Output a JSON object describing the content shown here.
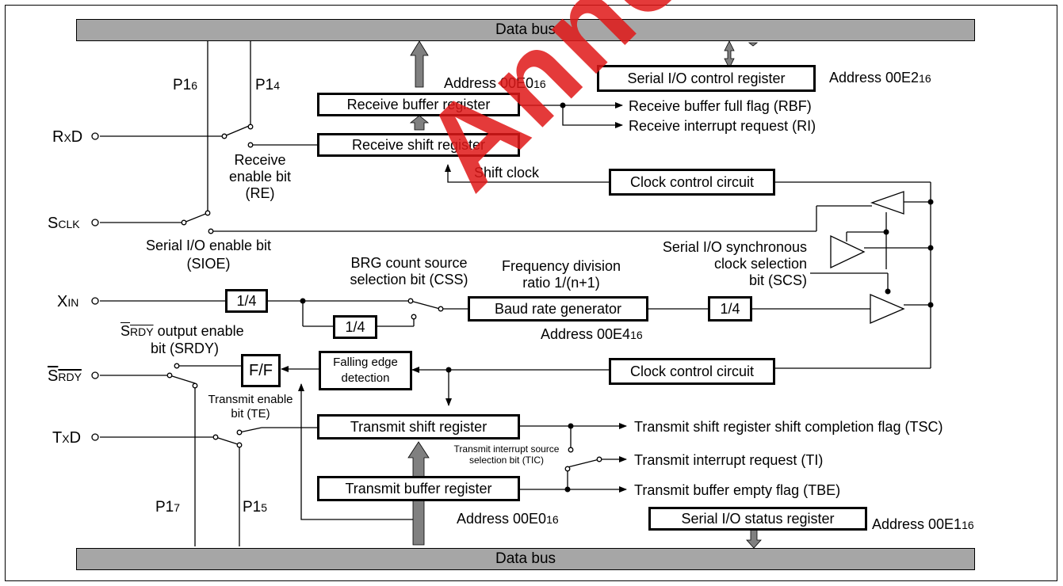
{
  "data_bus_top": "Data bus",
  "data_bus_bottom": "Data bus",
  "serial_io_control_register": "Serial I/O control register",
  "addr_control": "Address 00E2",
  "addr_control_sub": "16",
  "addr_receive": "Address 00E0",
  "addr_receive_sub": "16",
  "receive_buffer_register": "Receive buffer register",
  "receive_shift_register": "Receive shift register",
  "rbf_flag": "Receive buffer full flag (RBF)",
  "ri_flag": "Receive interrupt request (RI)",
  "shift_clock": "Shift  clock",
  "clock_control_circuit_top": "Clock control circuit",
  "clock_control_circuit_bottom": "Clock control circuit",
  "p16": "P1",
  "p16_sub": "6",
  "p14": "P1",
  "p14_sub": "4",
  "p17": "P1",
  "p17_sub": "7",
  "p15": "P1",
  "p15_sub": "5",
  "rxd": [
    "R",
    "X",
    "D"
  ],
  "sclk": [
    "S",
    "CLK"
  ],
  "xin": [
    "X",
    "IN"
  ],
  "srdy_pin": [
    "S",
    "RDY"
  ],
  "txd": [
    "T",
    "X",
    "D"
  ],
  "receive_enable_bit": [
    "Receive",
    "enable bit",
    "(RE)"
  ],
  "sioe": [
    "Serial I/O enable bit",
    "(SIOE)"
  ],
  "brg_css": [
    "BRG count source",
    "selection bit (CSS)"
  ],
  "freq_div": [
    "Frequency division",
    "ratio 1/(n+1)"
  ],
  "scs": [
    "Serial I/O synchronous",
    "clock selection",
    "bit (SCS)"
  ],
  "div_14_a": "1/4",
  "div_14_b": "1/4",
  "div_14_c": "1/4",
  "baud_rate_generator": "Baud rate generator",
  "addr_brg": "Address 00E4",
  "addr_brg_sub": "16",
  "srdy_enable": [
    "S",
    "RDY",
    " output enable",
    "bit (SRDY)"
  ],
  "ff": "F/F",
  "falling_edge": [
    "Falling edge",
    "detection"
  ],
  "transmit_enable": [
    "Transmit enable",
    "bit (TE)"
  ],
  "transmit_shift_register": "Transmit shift register",
  "tsc_flag": "Transmit shift register shift completion flag (TSC)",
  "tic": [
    "Transmit interrupt source",
    "selection bit (TIC)"
  ],
  "ti_flag": "Transmit interrupt request (TI)",
  "transmit_buffer_register": "Transmit buffer register",
  "tbe_flag": "Transmit buffer empty flag (TBE)",
  "addr_transmit": "Address 00E0",
  "addr_transmit_sub": "16",
  "serial_io_status_register": "Serial I/O status register",
  "addr_status": "Address 00E1",
  "addr_status_sub": "16",
  "watermark": "Announced",
  "colors": {
    "bus": "#a6a6a6",
    "arrow": "#808080",
    "watermark": "#e01818",
    "line": "#000000"
  }
}
